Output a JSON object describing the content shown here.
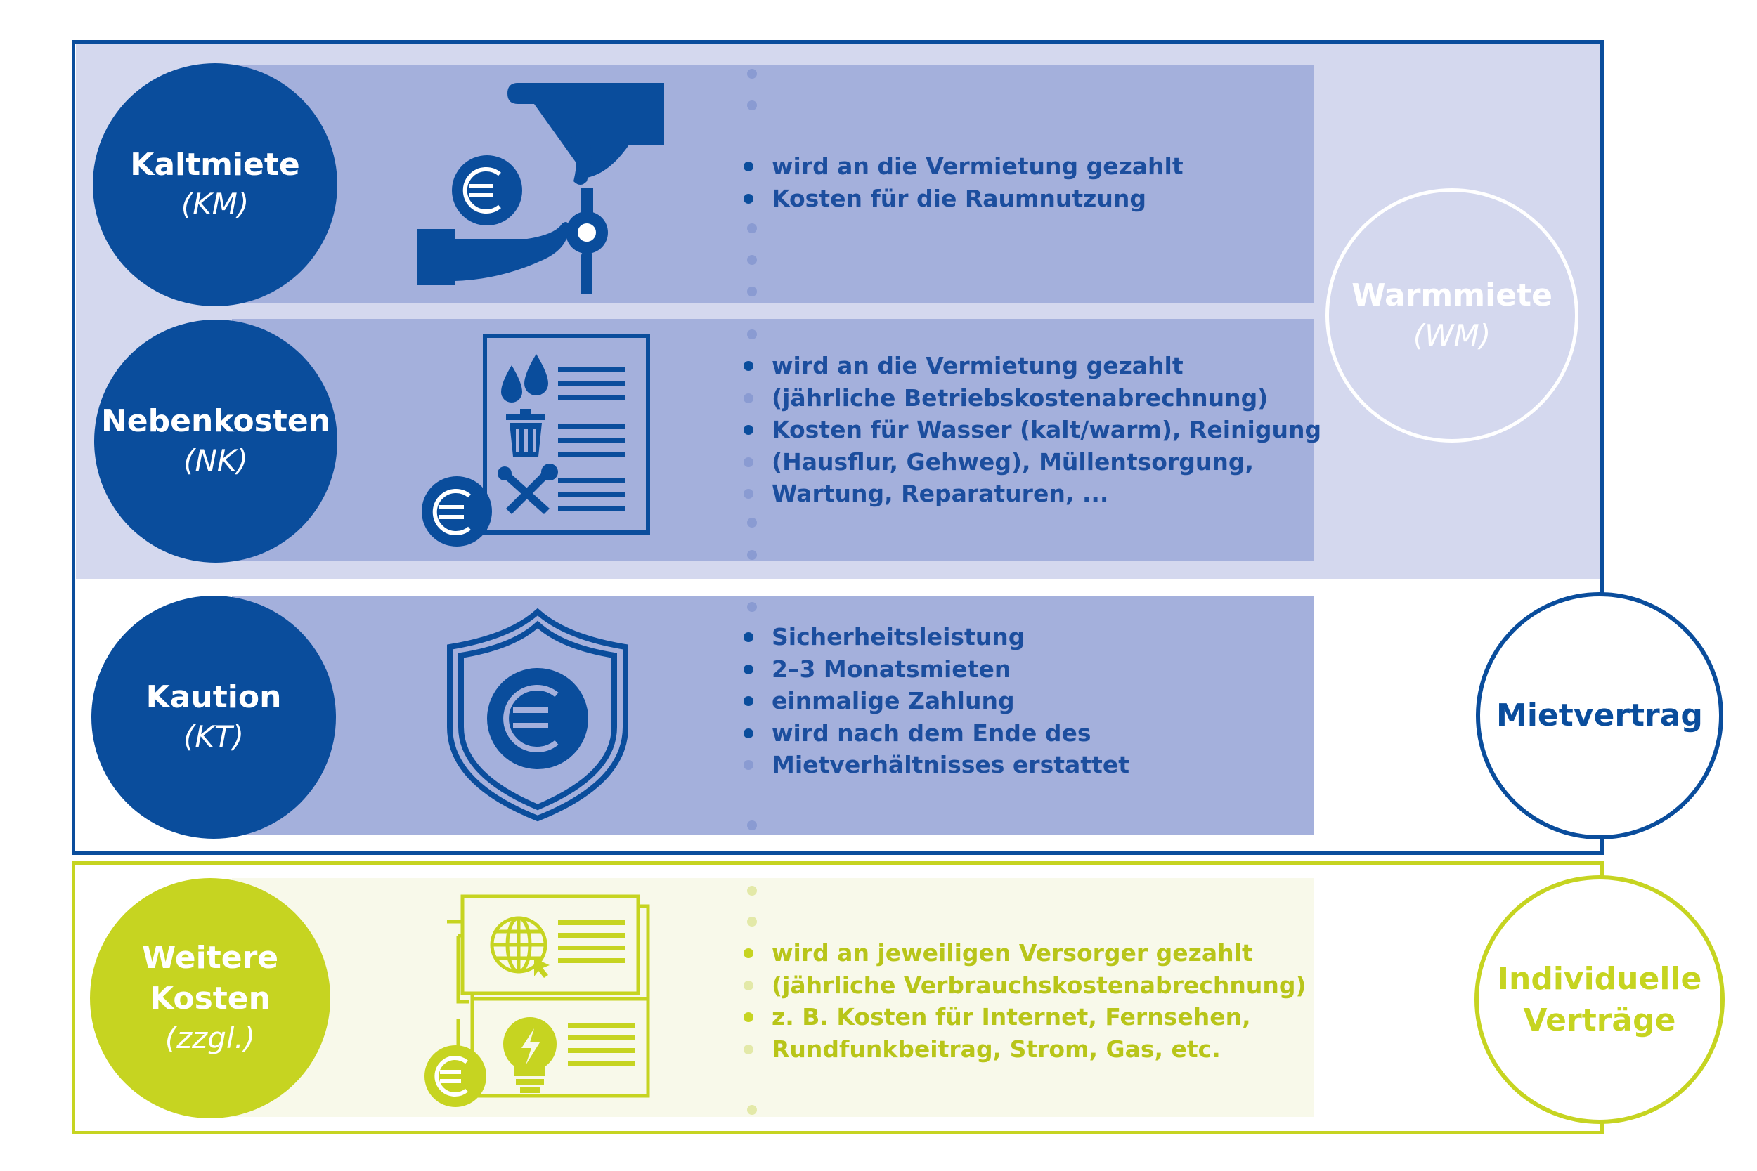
{
  "colors": {
    "primary_blue": "#0a4d9c",
    "band_blue": "#a4b0dc",
    "warm_background": "#d4d8ee",
    "lime_green": "#c6d421",
    "band_green": "#f8f9ea"
  },
  "rows": {
    "kaltmiete": {
      "title": "Kaltmiete",
      "abbr": "(KM)",
      "icon": "hand-key-euro-icon",
      "bullets": [
        "wird an die Vermietung gezahlt",
        "Kosten für die Raumnutzung"
      ]
    },
    "nebenkosten": {
      "title": "Nebenkosten",
      "abbr": "(NK)",
      "icon": "utility-bill-document-icon",
      "bullets": [
        "wird an die Vermietung gezahlt",
        "(jährliche Betriebskostenabrechnung)",
        "Kosten für Wasser (kalt/warm), Reinigung",
        "(Hausflur, Gehweg), Müllentsorgung,",
        "Wartung, Reparaturen, ..."
      ]
    },
    "kaution": {
      "title": "Kaution",
      "abbr": "(KT)",
      "icon": "shield-euro-icon",
      "bullets": [
        "Sicherheitsleistung",
        "2–3 Monatsmieten",
        "einmalige Zahlung",
        "wird nach dem Ende des",
        "Mietverhältnisses erstattet"
      ]
    },
    "weitere": {
      "title_line1": "Weitere",
      "title_line2": "Kosten",
      "abbr": "(zzgl.)",
      "icon": "internet-electricity-bills-icon",
      "bullets": [
        "wird an jeweiligen Versorger gezahlt",
        "(jährliche Verbrauchskostenabrechnung)",
        "z. B. Kosten für Internet, Fernsehen,",
        "Rundfunkbeitrag, Strom, Gas, etc."
      ]
    }
  },
  "groups": {
    "warmmiete": {
      "title": "Warmmiete",
      "abbr": "(WM)"
    },
    "mietvertrag": {
      "title": "Mietvertrag"
    },
    "individuelle": {
      "title_line1": "Individuelle",
      "title_line2": "Verträge"
    }
  }
}
